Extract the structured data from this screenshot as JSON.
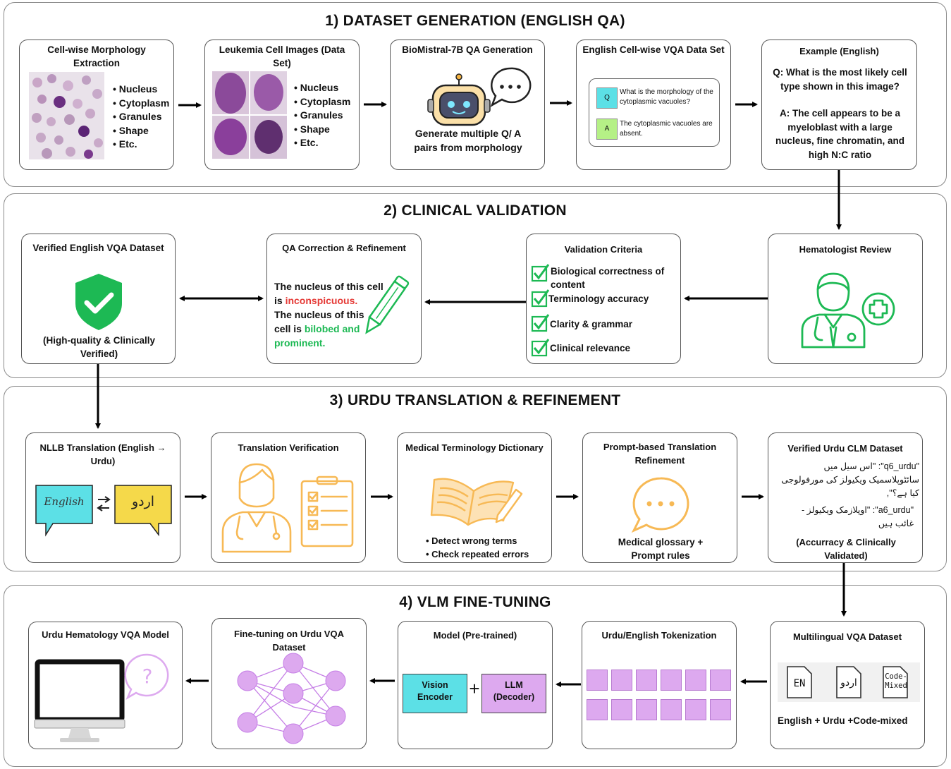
{
  "section1": {
    "title": "1) DATASET GENERATION (ENGLISH QA)",
    "box1": {
      "title": "Cell-wise Morphology Extraction",
      "items": [
        "Nucleus",
        "Cytoplasm",
        "Granules",
        "Shape",
        "Etc."
      ]
    },
    "box2": {
      "title": "Leukemia Cell Images (Data Set)",
      "items": [
        "Nucleus",
        "Cytoplasm",
        "Granules",
        "Shape",
        "Etc."
      ]
    },
    "box3": {
      "title": "BioMistral-7B QA Generation",
      "caption": "Generate multiple Q/ A pairs from morphology"
    },
    "box4": {
      "title": "English Cell-wise VQA Data Set",
      "q_badge": "Q",
      "q_text": "What is the morphology of the cytoplasmic vacuoles?",
      "a_badge": "A",
      "a_text": "The cytoplasmic vacuoles are absent."
    },
    "box5": {
      "title": "Example (English)",
      "q": "Q: What is the most likely cell type shown in this image?",
      "a": "A: The cell appears to be a myeloblast with a large nucleus, fine chromatin, and high N:C ratio"
    }
  },
  "section2": {
    "title": "2) CLINICAL VALIDATION",
    "box1": {
      "title": "Verified English VQA Dataset",
      "caption": "(High-quality & Clinically Verified)"
    },
    "box2": {
      "title": "QA Correction & Refinement",
      "line1_a": "The nucleus of this cell is ",
      "line1_b": "inconspicuous.",
      "line2_a": "The nucleus of this cell is ",
      "line2_b": "bilobed and prominent."
    },
    "box3": {
      "title": "Validation Criteria",
      "items": [
        "Biological correctness of content",
        "Terminology accuracy",
        "Clarity & grammar",
        "Clinical relevance"
      ]
    },
    "box4": {
      "title": "Hematologist Review"
    }
  },
  "section3": {
    "title": "3) URDU TRANSLATION & REFINEMENT",
    "box1": {
      "title": "NLLB Translation (English → Urdu)",
      "english": "English",
      "urdu": "اردو"
    },
    "box2": {
      "title": "Translation Verification"
    },
    "box3": {
      "title": "Medical Terminology Dictionary",
      "items": [
        "Detect wrong terms",
        "Check repeated errors"
      ]
    },
    "box4": {
      "title": "Prompt-based Translation Refinement",
      "caption": "Medical glossary + Prompt rules"
    },
    "box5": {
      "title": "Verified Urdu CLM Dataset",
      "q": "\"q6_urdu\": \"اس سیل میں سائٹوپلاسمیک ویکیولز کی مورفولوجی کیا ہے؟\",",
      "a": "\"a6_urdu\": \"اوپلازمک ویکیولز - غائب ہیں",
      "caption": "(Accurracy & Clinically Validated)"
    }
  },
  "section4": {
    "title": "4) VLM FINE-TUNING",
    "box1": {
      "title": "Urdu Hematology VQA Model"
    },
    "box2": {
      "title": "Fine-tuning on Urdu VQA Dataset"
    },
    "box3": {
      "title": "Model (Pre-trained)",
      "vision": "Vision Encoder",
      "llm": "LLM (Decoder)",
      "plus": "+"
    },
    "box4": {
      "title": "Urdu/English Tokenization"
    },
    "box5": {
      "title": "Multilingual VQA Dataset",
      "icon_en": "EN",
      "icon_ur": "اردو",
      "icon_cm": "Code-Mixed",
      "caption": "English + Urdu +Code-mixed"
    }
  },
  "colors": {
    "red": "#e53935",
    "green": "#1db954",
    "cyan": "#5ce0e6",
    "purple": "#dda9ef",
    "orange": "#f7b955",
    "yellow": "#f5d94a"
  }
}
